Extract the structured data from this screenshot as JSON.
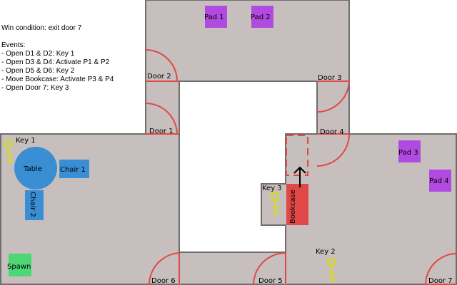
{
  "info": {
    "win_condition": "Win condition: exit door 7",
    "events_title": "Events:",
    "events": [
      "- Open D1 & D2: Key 1",
      "- Open D3 & D4: Activate P1 & P2",
      "- Open D5 & D6: Key 2",
      "- Move Bookcase: Activate P3 & P4",
      "- Open Door 7: Key 3"
    ]
  },
  "doors": [
    "Door 1",
    "Door 2",
    "Door 3",
    "Door 4",
    "Door 5",
    "Door 6",
    "Door 7"
  ],
  "pads": [
    "Pad 1",
    "Pad 2",
    "Pad 3",
    "Pad 4"
  ],
  "keys": [
    "Key 1",
    "Key 2",
    "Key 3"
  ],
  "furniture": {
    "table": "Table",
    "chair1": "Chair 1",
    "chair2": "Chair 2",
    "bookcase": "Bookcase",
    "spawn": "Spawn"
  },
  "colors": {
    "floor": "#c6bfbd",
    "wall": "#6e6e6e",
    "door": "#e04848",
    "pad": "#b04ae0",
    "furniture": "#3a8ed4",
    "spawn": "#4cd674",
    "key": "#d6d63a",
    "bookcase": "#e04848"
  }
}
